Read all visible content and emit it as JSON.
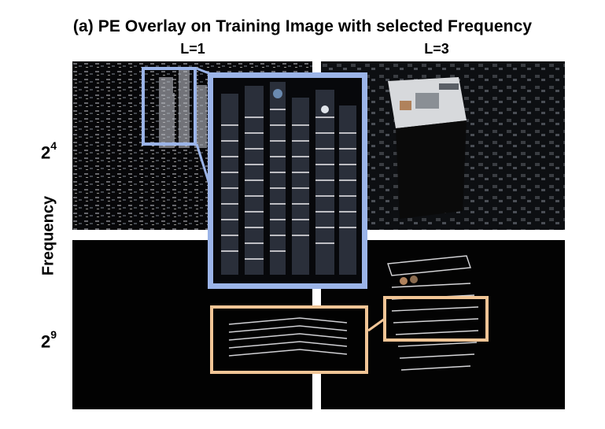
{
  "title": "(a) PE Overlay on Training Image with selected Frequency",
  "columns": [
    "L=1",
    "L=3"
  ],
  "rows": {
    "row1": {
      "base": "2",
      "exp": "4"
    },
    "row2": {
      "base": "2",
      "exp": "9"
    }
  },
  "y_axis_label": "Frequency",
  "colors": {
    "blue_frame": "#9bb4e8",
    "orange_frame": "#f1c596",
    "background": "#000000"
  }
}
